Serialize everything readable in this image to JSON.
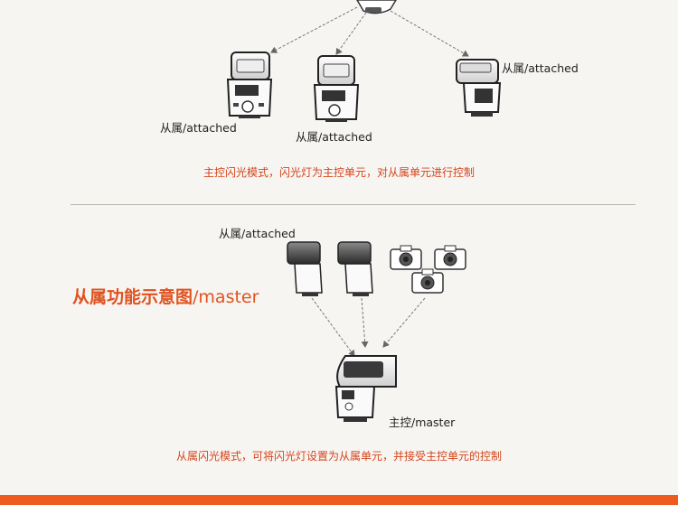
{
  "top": {
    "slave_label_1": "从属/attached",
    "slave_label_2": "从属/attached",
    "slave_label_3": "从属/attached",
    "caption": "主控闪光模式，闪光灯为主控单元，对从属单元进行控制"
  },
  "bottom": {
    "title_cn": "从属功能示意图",
    "title_en": "/master",
    "slave_label": "从属/attached",
    "master_label": "主控/master",
    "caption": "从属闪光模式，可将闪光灯设置为从属单元，并接受主控单元的控制"
  },
  "colors": {
    "accent": "#e0521f",
    "caption": "#d4451c",
    "bar": "#ef5a1f",
    "background": "#f7f5f2"
  }
}
